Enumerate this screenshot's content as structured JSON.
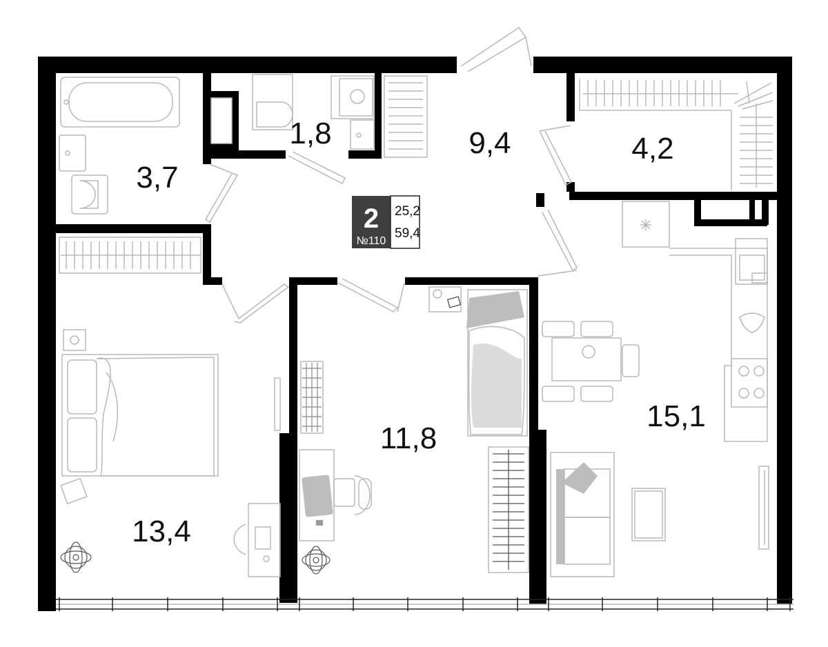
{
  "rooms": {
    "bathroom": "3,7",
    "toilet": "1,8",
    "hall": "9,4",
    "wardrobe": "4,2",
    "bedroom": "13,4",
    "children_room": "11,8",
    "kitchen_living": "15,1"
  },
  "badge": {
    "rooms_count": "2",
    "apartment_number": "№110",
    "living_area": "25,2",
    "total_area": "59,4"
  },
  "colors": {
    "wall": "#000000",
    "badge_bg": "#3f3f3f",
    "furniture_line": "#b8b8b8"
  }
}
